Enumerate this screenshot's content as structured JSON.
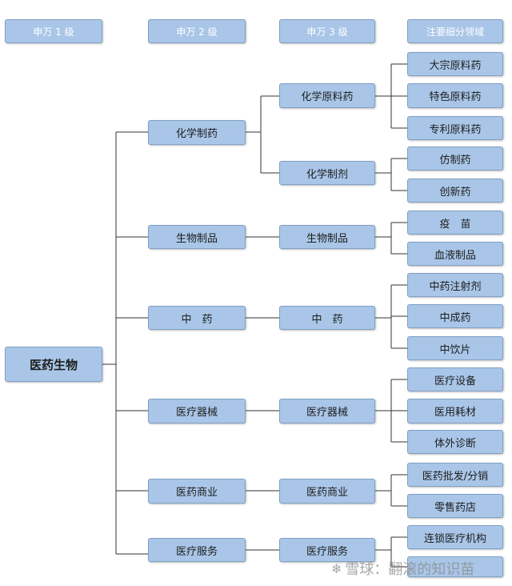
{
  "headers": {
    "level1": "申万 1 级",
    "level2": "申万 2 级",
    "level3": "申万 3 级",
    "focus": "注要细分领域"
  },
  "root": {
    "label": "医药生物"
  },
  "level2": {
    "chem": "化学制药",
    "bio": "生物制品",
    "tcm": "中　药",
    "device": "医疗器械",
    "commerce": "医药商业",
    "service": "医疗服务"
  },
  "level3": {
    "chem_api": "化学原料药",
    "chem_prep": "化学制剂",
    "bio": "生物制品",
    "tcm": "中　药",
    "device": "医疗器械",
    "commerce": "医药商业",
    "service": "医疗服务"
  },
  "leaves": {
    "bulk_api": "大宗原料药",
    "special_api": "特色原料药",
    "patent_api": "专利原料药",
    "generic": "仿制药",
    "innovative": "创新药",
    "vaccine": "疫　苗",
    "blood": "血液制品",
    "tcm_injection": "中药注射剂",
    "tcm_patent": "中成药",
    "tcm_pieces": "中饮片",
    "med_equipment": "医疗设备",
    "med_consumables": "医用耗材",
    "ivd": "体外诊断",
    "wholesale": "医药批发/分销",
    "retail": "零售药店",
    "chain": "连锁医疗机构"
  },
  "watermark": {
    "text": "雪球：翻滚的知识苗"
  },
  "colors": {
    "box_fill": "#a9c6e8",
    "box_border": "#7f9fc4",
    "line": "#333333"
  }
}
